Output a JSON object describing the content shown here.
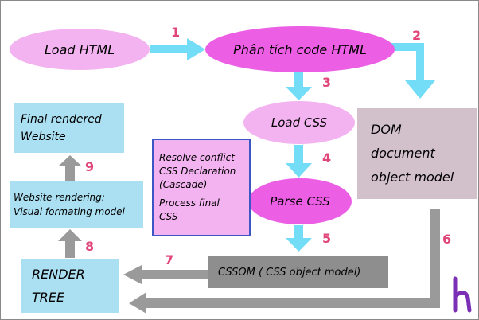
{
  "nodes": {
    "load_html": "Load HTML",
    "parse_html": "Phân tích code HTML",
    "load_css": "Load CSS",
    "parse_css": "Parse CSS",
    "dom": [
      "DOM",
      "document",
      "object model"
    ],
    "cssom": "CSSOM ( CSS object model)",
    "render_tree": [
      "RENDER",
      "TREE"
    ],
    "website_rendering": [
      "Website rendering:",
      "Visual formating model"
    ],
    "final_website": [
      "Final rendered",
      "Website"
    ],
    "note": [
      "Resolve conflict",
      "CSS Declaration",
      "(Cascade)",
      "Process final",
      "CSS"
    ]
  },
  "steps": [
    "1",
    "2",
    "3",
    "4",
    "5",
    "6",
    "7",
    "8",
    "9"
  ],
  "logo_letter": "h",
  "colors": {
    "ellipse_light": "#f3b3f0",
    "ellipse_strong": "#ec5fe4",
    "light_blue": "#abe0f2",
    "dom_box": "#d2c0cb",
    "cssom_box": "#8e8e8e",
    "note_box": "#f3b3f0",
    "note_border": "#3c56c4",
    "arrow_cyan": "#73dcf6",
    "arrow_gray": "#9a9a9a",
    "step_number": "#e0457b",
    "logo": "#7b2fb5"
  }
}
